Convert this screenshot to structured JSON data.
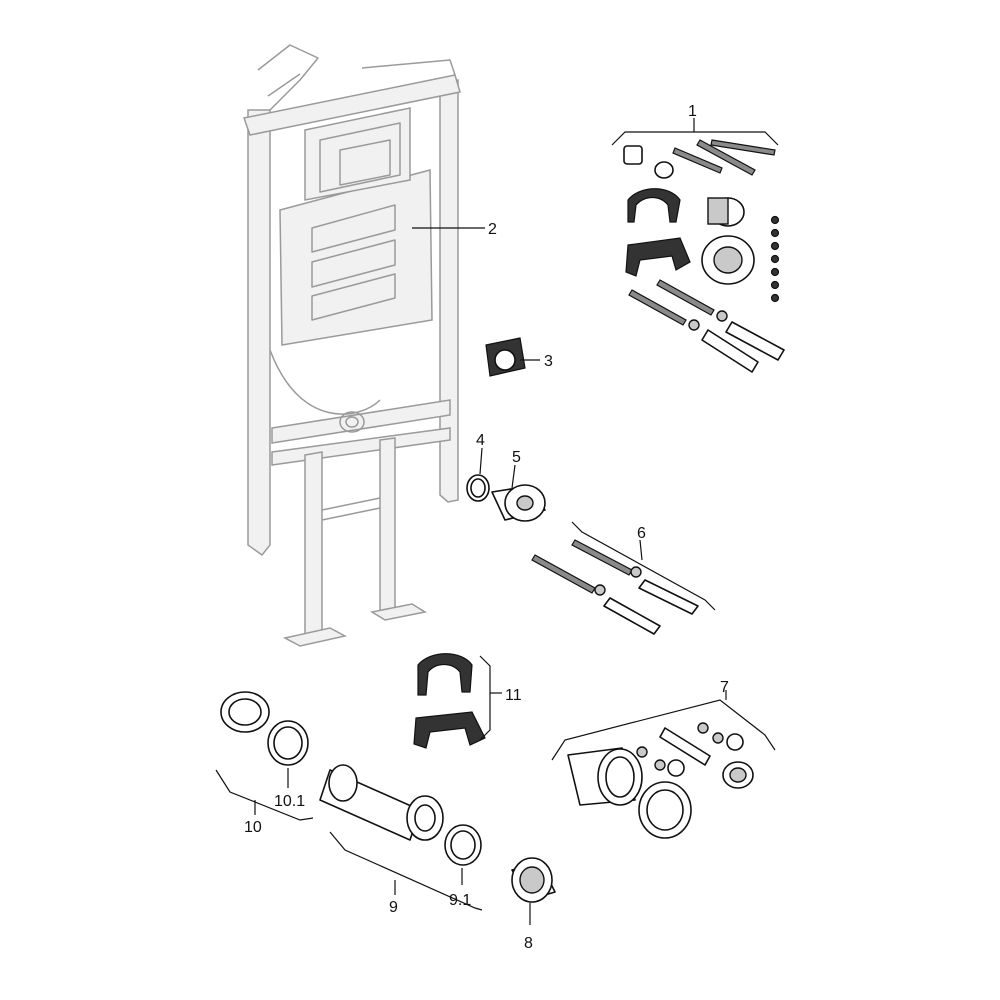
{
  "callouts": {
    "c1": "1",
    "c2": "2",
    "c3": "3",
    "c4": "4",
    "c5": "5",
    "c6": "6",
    "c7": "7",
    "c8": "8",
    "c9": "9",
    "c9_1": "9.1",
    "c10": "10",
    "c10_1": "10.1",
    "c11": "11"
  }
}
